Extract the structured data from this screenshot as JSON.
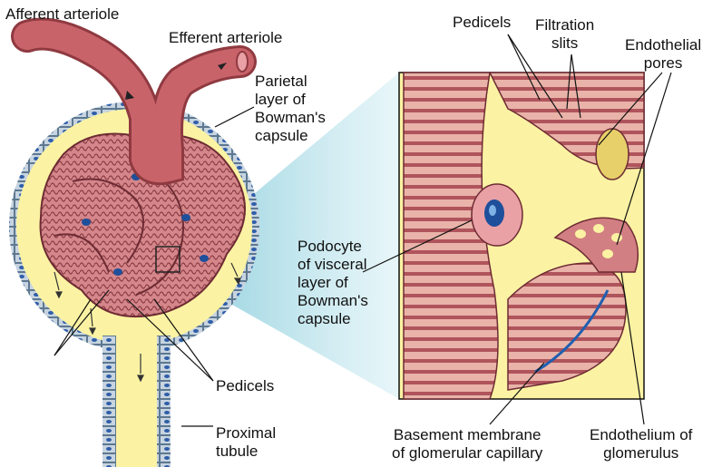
{
  "labels": {
    "afferent_arteriole": "Afferent arteriole",
    "efferent_arteriole": "Efferent arteriole",
    "parietal_layer": "Parietal\nlayer of\nBowman's\ncapsule",
    "podocyte": "Podocyte\nof visceral\nlayer of\nBowman's\ncapsule",
    "pedicels_left": "Pedicels",
    "proximal_tubule": "Proximal\ntubule",
    "pedicels_top": "Pedicels",
    "filtration_slits": "Filtration\nslits",
    "endothelial_pores": "Endothelial\npores",
    "basement_membrane": "Basement membrane\nof glomerular capillary",
    "endothelium": "Endothelium of\nglomerulus"
  },
  "colors": {
    "capsular_space": "#fbf3a3",
    "capsule_wall": "#7d97ad",
    "vessel": "#c9636a",
    "vessel_dark": "#8f3a40",
    "glomerulus": "#d27f83",
    "nucleus": "#1e4f9b",
    "zoom_wedge": "#9fd9e6",
    "inset_bg": "#fbf3a3"
  }
}
